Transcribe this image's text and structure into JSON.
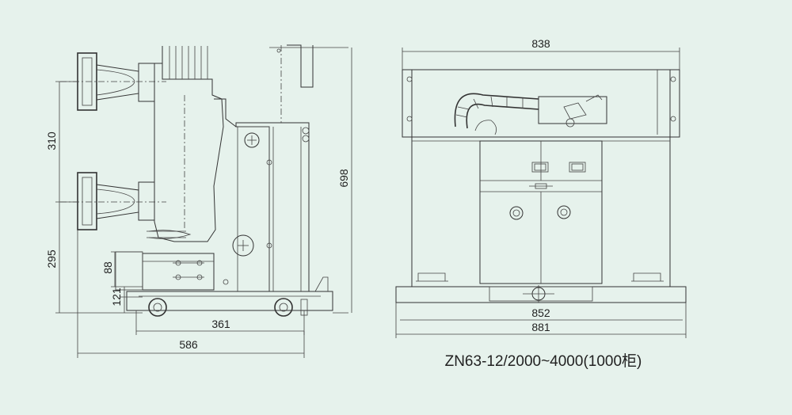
{
  "dimensions": {
    "d310": "310",
    "d295": "295",
    "d88": "88",
    "d121": "121",
    "d698": "698",
    "d361": "361",
    "d586": "586",
    "d838": "838",
    "d852": "852",
    "d881": "881"
  },
  "caption": "ZN63-12/2000~4000(1000柜)",
  "colors": {
    "background": "#e6f2ec",
    "fill": "#dde8e2",
    "line": "#333333"
  }
}
